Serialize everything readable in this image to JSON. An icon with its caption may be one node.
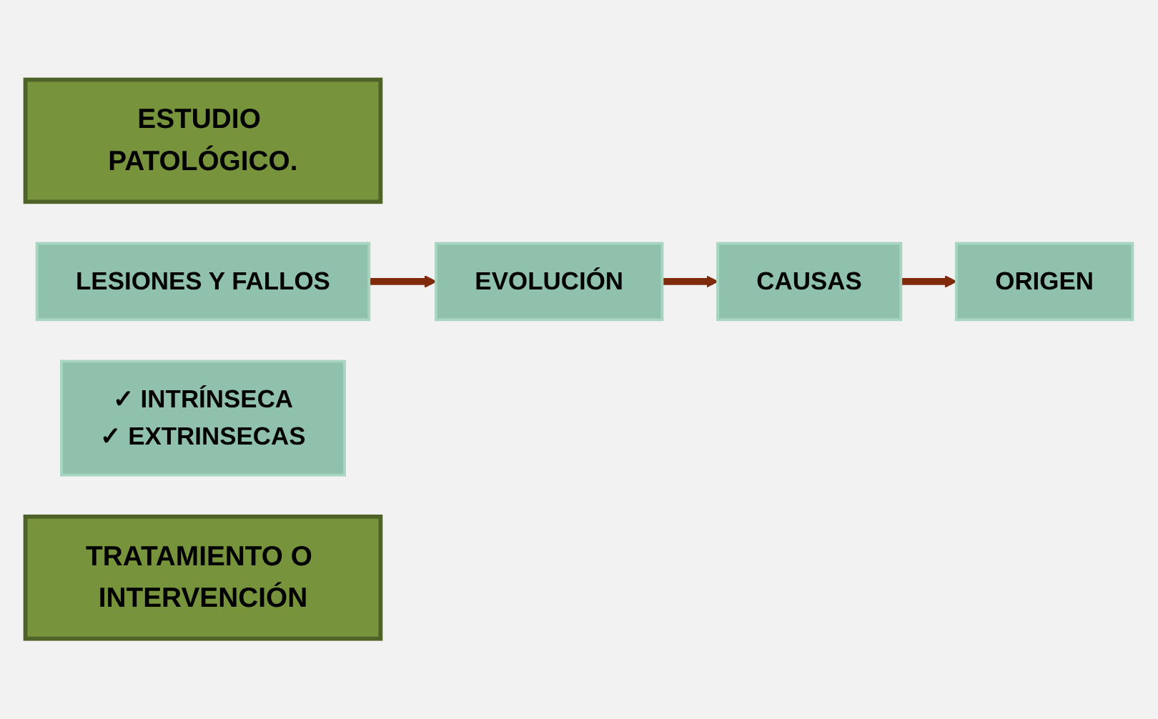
{
  "diagram": {
    "nodes": [
      {
        "text": [
          "ESTUDIO PATOLÓGICO."
        ]
      },
      {
        "text": [
          "LESIONES Y FALLOS"
        ]
      },
      {
        "text": [
          "EVOLUCIÓN"
        ]
      },
      {
        "text": [
          "CAUSAS"
        ]
      },
      {
        "text": [
          "ORIGEN"
        ]
      },
      {
        "text": [
          "✓ INTRÍNSECA",
          "✓ EXTRINSECAS"
        ]
      },
      {
        "text": [
          "TRATAMIENTO O INTERVENCIÓN"
        ]
      }
    ],
    "edges": [
      {
        "from": 1,
        "to": 2,
        "arrow": "to"
      },
      {
        "from": 2,
        "to": 3,
        "arrow": "to"
      },
      {
        "from": 3,
        "to": 4,
        "arrow": "to"
      }
    ]
  }
}
